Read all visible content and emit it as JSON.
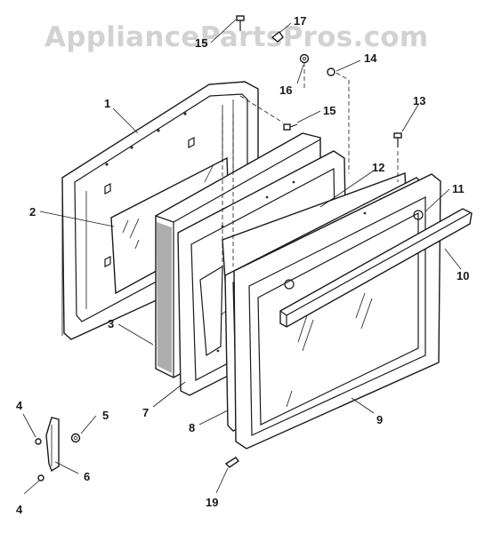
{
  "watermark": "AppliancePartsPros.com",
  "callouts": {
    "c1": "1",
    "c2": "2",
    "c3": "3",
    "c4a": "4",
    "c4b": "4",
    "c5": "5",
    "c6": "6",
    "c7": "7",
    "c8": "8",
    "c9": "9",
    "c10": "10",
    "c11": "11",
    "c12": "12",
    "c13": "13",
    "c14": "14",
    "c15a": "15",
    "c15b": "15",
    "c16": "16",
    "c17": "17",
    "c19": "19"
  }
}
